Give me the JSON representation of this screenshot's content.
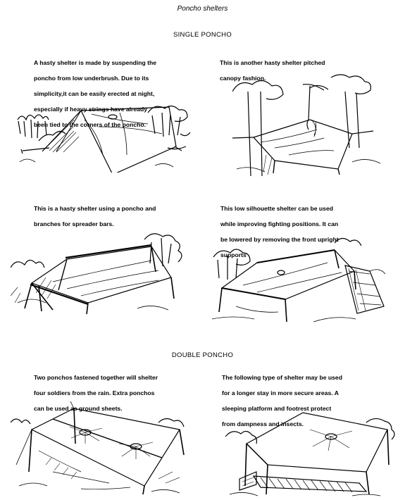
{
  "document": {
    "title": "Poncho shelters",
    "sections": [
      {
        "heading": "SINGLE PONCHO",
        "panels": [
          {
            "caption_lines": [
              "A hasty shelter is made by suspending the",
              "poncho from low underbrush. Due to its",
              "simplicity,it can be easily erected at night,",
              "especially if heavy strings have already",
              "been tied to the corners of the poncho."
            ],
            "illustration": "poncho-draped-over-underbrush"
          },
          {
            "caption_lines": [
              "This is another hasty shelter pitched",
              "canopy fashion."
            ],
            "illustration": "poncho-canopy-between-trees"
          },
          {
            "caption_lines": [
              "This is a hasty shelter using a poncho and",
              "branches for spreader bars."
            ],
            "illustration": "poncho-with-spreader-bars"
          },
          {
            "caption_lines": [
              "This low silhouette shelter can be used",
              "while improving fighting positions. It can",
              "be lowered by removing the front upright",
              "supports"
            ],
            "illustration": "low-silhouette-shelter-over-trench"
          }
        ]
      },
      {
        "heading": "DOUBLE PONCHO",
        "panels": [
          {
            "caption_lines": [
              "Two ponchos fastened together will shelter",
              "four soldiers from the rain. Extra ponchos",
              "can be used as ground sheets."
            ],
            "illustration": "two-ponchos-fastened-together"
          },
          {
            "caption_lines": [
              "The following type of shelter may be used",
              "for a longer stay in more secure areas. A",
              "sleeping platform and footrest protect",
              "from dampness and insects."
            ],
            "illustration": "shelter-with-sleeping-platform"
          }
        ]
      }
    ]
  }
}
